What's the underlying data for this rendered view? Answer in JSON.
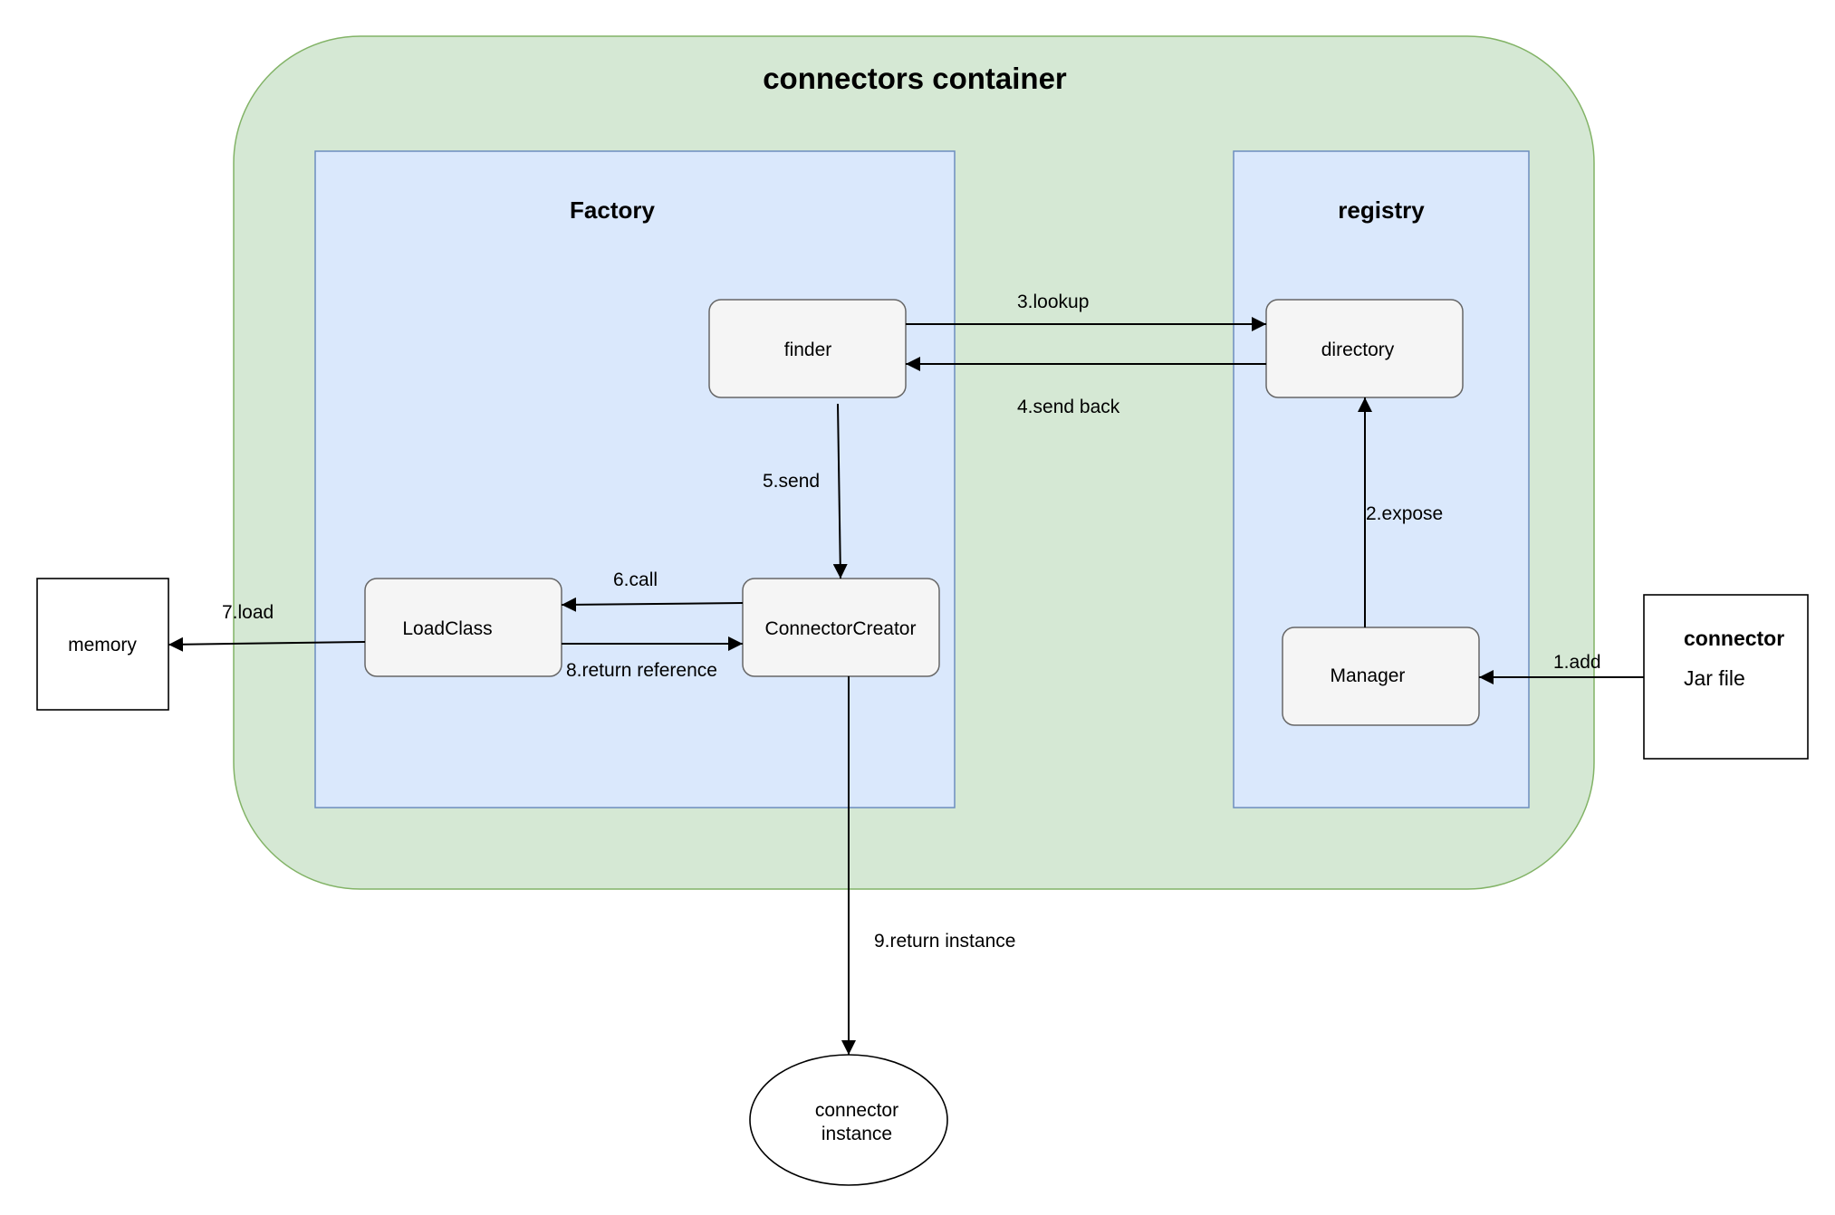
{
  "container": {
    "title": "connectors container",
    "factory_title": "Factory",
    "registry_title": "registry"
  },
  "nodes": {
    "finder": "finder",
    "directory": "directory",
    "load_class": "LoadClass",
    "connector_creator": "ConnectorCreator",
    "manager": "Manager",
    "memory": "memory",
    "connector_title": "connector",
    "connector_subtitle": "Jar file",
    "instance_line1": "connector",
    "instance_line2": "instance"
  },
  "edges": {
    "add": "1.add",
    "expose": "2.expose",
    "lookup": "3.lookup",
    "send_back": "4.send back",
    "send": "5.send",
    "call": "6.call",
    "load": "7.load",
    "return_reference": "8.return reference",
    "return_instance": "9.return instance"
  },
  "colors": {
    "container_fill": "#d5e8d4",
    "container_stroke": "#82b366",
    "group_fill": "#dae8fc",
    "group_stroke": "#6c8ebf",
    "node_fill": "#f5f5f5",
    "node_stroke": "#666666"
  }
}
